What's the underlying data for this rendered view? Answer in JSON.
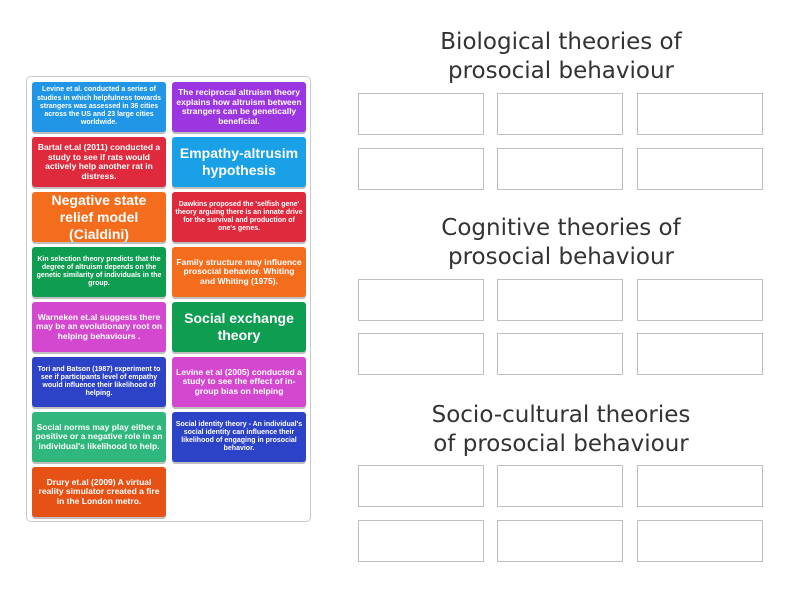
{
  "cards": [
    {
      "text": "Levine et al. conducted a series of studies in which helpfulness towards strangers was assessed in 36 cities across the US and 23 large cities worldwide.",
      "color": "#2196e6",
      "size": "s"
    },
    {
      "text": "The reciprocal altruism theory explains how altruism between strangers can be genetically beneficial.",
      "color": "#9b36e0",
      "size": "m"
    },
    {
      "text": "Bartal et.al (2011) conducted a study to see if rats would actively help another rat in distress.",
      "color": "#de2a3c",
      "size": "m"
    },
    {
      "text": "Empathy-altrusim hypothesis",
      "color": "#1aa0e6",
      "size": "l"
    },
    {
      "text": "Negative state relief model (Cialdini)",
      "color": "#f46d1c",
      "size": "l"
    },
    {
      "text": "Dawkins proposed the 'selfish gene' theory arguing there is an innate drive for the survival and production of one's genes.",
      "color": "#de2a3c",
      "size": "s"
    },
    {
      "text": "Kin selection theory predicts that the degree of altruism depends on the genetic similarity of individuals in the group.",
      "color": "#0f9d52",
      "size": "s"
    },
    {
      "text": "Family structure may influence prosocial behavior. Whiting and Whiting (1975).",
      "color": "#f46d1c",
      "size": "m"
    },
    {
      "text": "Warneken et.al suggests there may be an evolutionary root on helping behaviours .",
      "color": "#d448d0",
      "size": "m"
    },
    {
      "text": "Social exchange theory",
      "color": "#0f9d52",
      "size": "l"
    },
    {
      "text": "Tori and Batson (1987) experiment to see if participants level of empathy would influence their likelihood of helping.",
      "color": "#2c42c7",
      "size": "s"
    },
    {
      "text": "Levine et al (2005) conducted a study to see the effect of in-group bias on helping",
      "color": "#d448d0",
      "size": "m"
    },
    {
      "text": "Social norms may play either a positive or a negative role in an individual's likelihood to help.",
      "color": "#2fb77d",
      "size": "m"
    },
    {
      "text": "Social identity theory - An individual's social identity can influence their likelihood of engaging in prosocial behavior.",
      "color": "#2c42c7",
      "size": "s"
    },
    {
      "text": "Drury et.al (2009) A virtual reality simulator created a fire in the London metro.",
      "color": "#e65116",
      "size": "m"
    }
  ],
  "groups": [
    {
      "title_line1": "Biological theories of",
      "title_line2": "prosocial behaviour",
      "slots": 6
    },
    {
      "title_line1": "Cognitive theories of",
      "title_line2": "prosocial behaviour",
      "slots": 6
    },
    {
      "title_line1": "Socio-cultural theories",
      "title_line2": "of prosocial behaviour",
      "slots": 6
    }
  ]
}
